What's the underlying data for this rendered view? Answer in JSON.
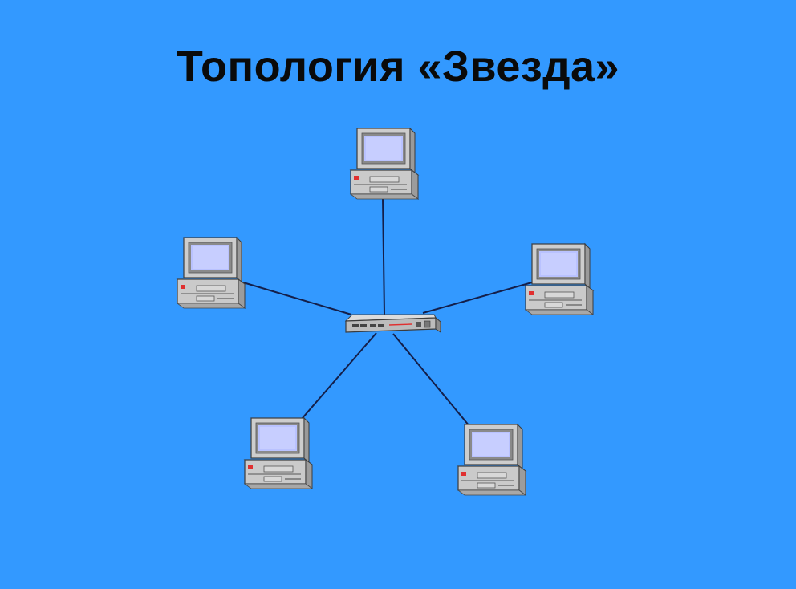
{
  "slide": {
    "title": "Топология «Звезда»"
  },
  "colors": {
    "background": "#3399ff",
    "cable": "#141f4a",
    "case": "#c8c8c8",
    "screen": "#b9c2ff",
    "led": "#e03030"
  },
  "diagram": {
    "topology": "star",
    "hub": {
      "id": "hub",
      "icon": "network-switch-icon"
    },
    "nodes": [
      {
        "id": "pc-top",
        "icon": "computer-icon"
      },
      {
        "id": "pc-upper-left",
        "icon": "computer-icon"
      },
      {
        "id": "pc-upper-right",
        "icon": "computer-icon"
      },
      {
        "id": "pc-lower-left",
        "icon": "computer-icon"
      },
      {
        "id": "pc-lower-right",
        "icon": "computer-icon"
      }
    ],
    "links": [
      {
        "from": "hub",
        "to": "pc-top"
      },
      {
        "from": "hub",
        "to": "pc-upper-left"
      },
      {
        "from": "hub",
        "to": "pc-upper-right"
      },
      {
        "from": "hub",
        "to": "pc-lower-left"
      },
      {
        "from": "hub",
        "to": "pc-lower-right"
      }
    ]
  }
}
